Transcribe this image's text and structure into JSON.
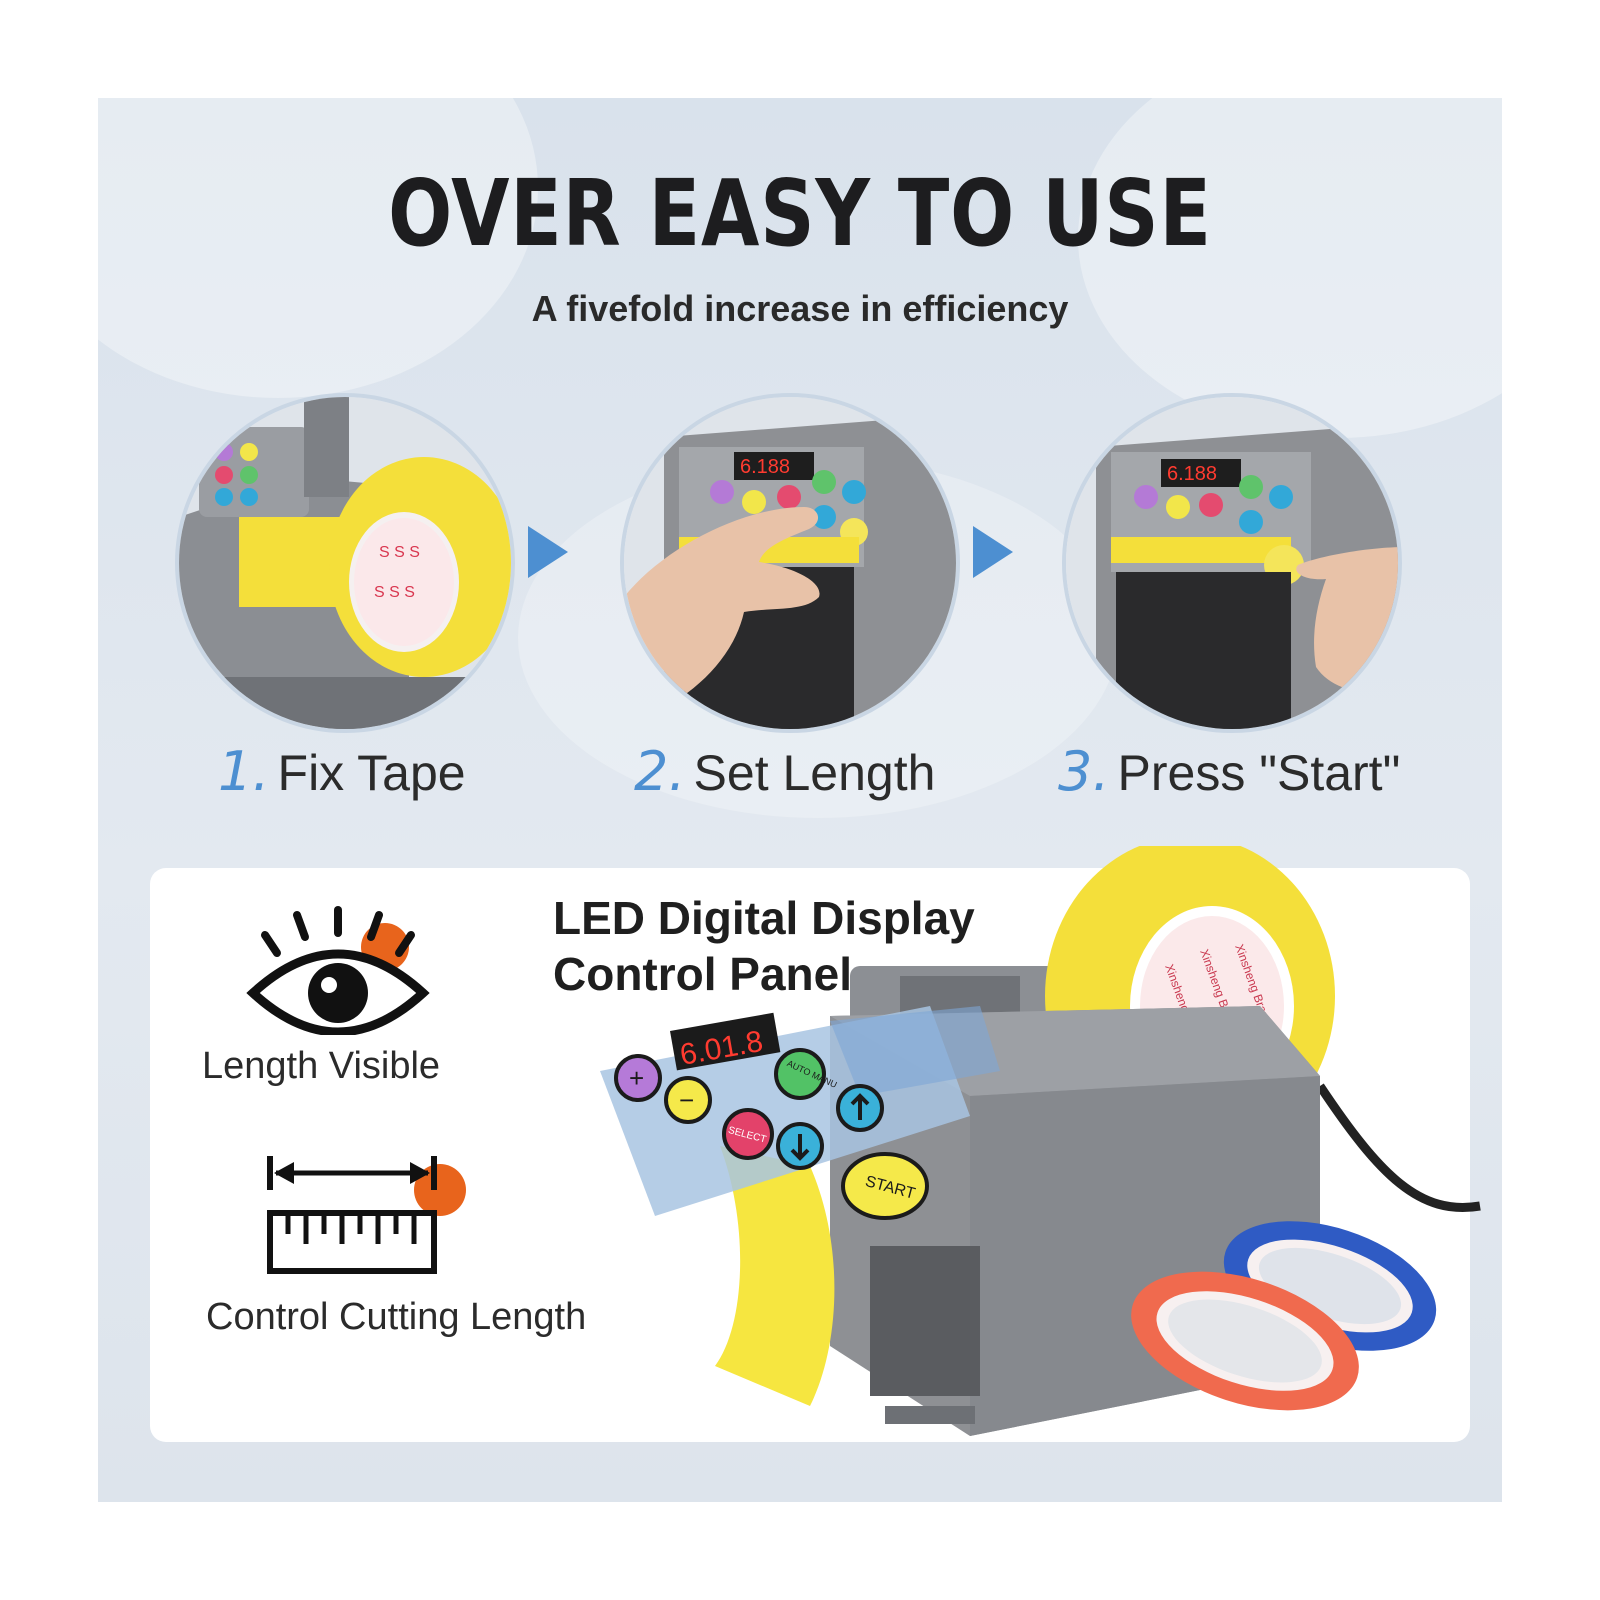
{
  "heading": {
    "title": "OVER EASY TO USE",
    "subtitle": "A fivefold increase in efficiency"
  },
  "steps": [
    {
      "number": "1.",
      "label": "Fix Tape"
    },
    {
      "number": "2.",
      "label": "Set Length"
    },
    {
      "number": "3.",
      "label": "Press \"Start\""
    }
  ],
  "feature_card": {
    "heading_line1": "LED Digital Display",
    "heading_line2": "Control Panel",
    "features": [
      {
        "label": "Length Visible",
        "icon": "eye-icon"
      },
      {
        "label": "Control Cutting Length",
        "icon": "ruler-icon"
      }
    ],
    "control_panel": {
      "display_reading": "6.01.8",
      "buttons": [
        "+",
        "−",
        "SELECT",
        "AUTO MANU",
        "START"
      ]
    }
  },
  "colors": {
    "accent_blue": "#4d8fd1",
    "accent_orange": "#e8641c",
    "tape_yellow": "#f4df3a",
    "machine_grey": "#8e9094",
    "tape_blue": "#2f5bc4",
    "tape_red": "#f06a4e"
  }
}
